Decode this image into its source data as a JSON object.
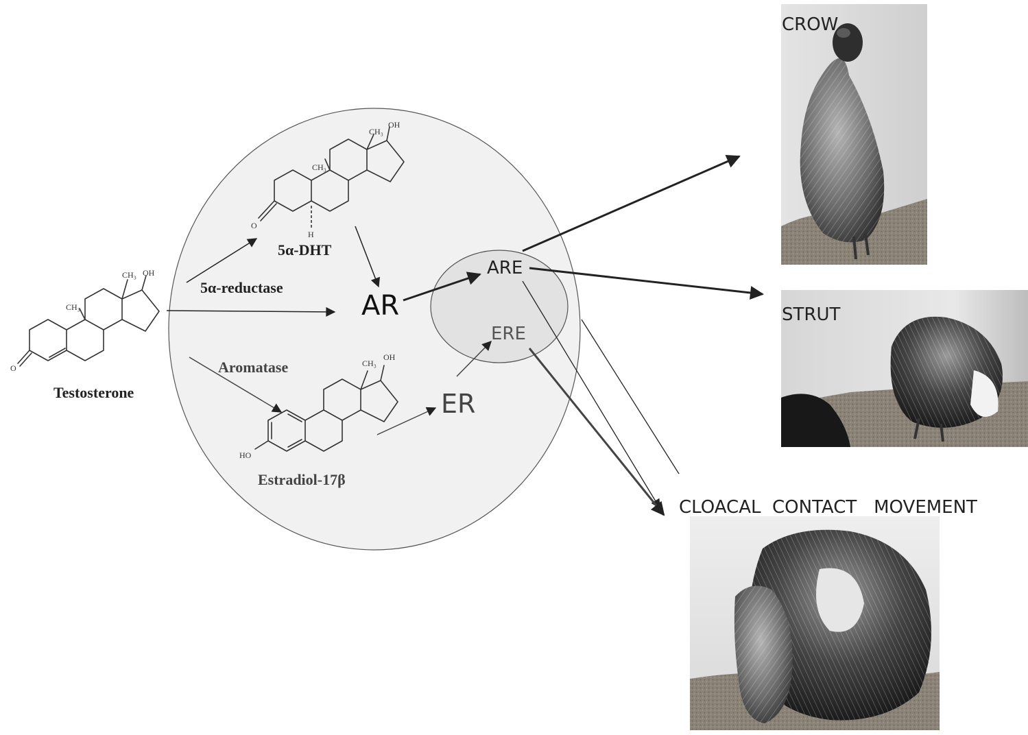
{
  "molecules": {
    "testosterone": {
      "name": "Testosterone",
      "atom_o": "O",
      "atom_oh": "OH",
      "atom_ch3_a": "CH₃",
      "atom_ch3_b": "CH₃"
    },
    "dht": {
      "name": "5α-DHT",
      "atom_o": "O",
      "atom_oh": "OH",
      "atom_ch3_a": "CH₃",
      "atom_ch3_b": "CH₃",
      "atom_h": "H"
    },
    "estradiol": {
      "name": "Estradiol-17β",
      "atom_ho": "HO",
      "atom_oh": "OH",
      "atom_ch3": "CH₃"
    }
  },
  "enzymes": {
    "reductase": "5α-reductase",
    "aromatase": "Aromatase"
  },
  "receptors": {
    "ar": "AR",
    "er": "ER",
    "are": "ARE",
    "ere": "ERE"
  },
  "behaviors": {
    "crow": "CROW",
    "strut": "STRUT",
    "cloacal": "CLOACAL  CONTACT   MOVEMENT"
  },
  "colors": {
    "cell_fill": "#f1f1f1",
    "nucleus_fill": "#e2e2e2",
    "outline": "#555555",
    "arrow": "#222222"
  }
}
